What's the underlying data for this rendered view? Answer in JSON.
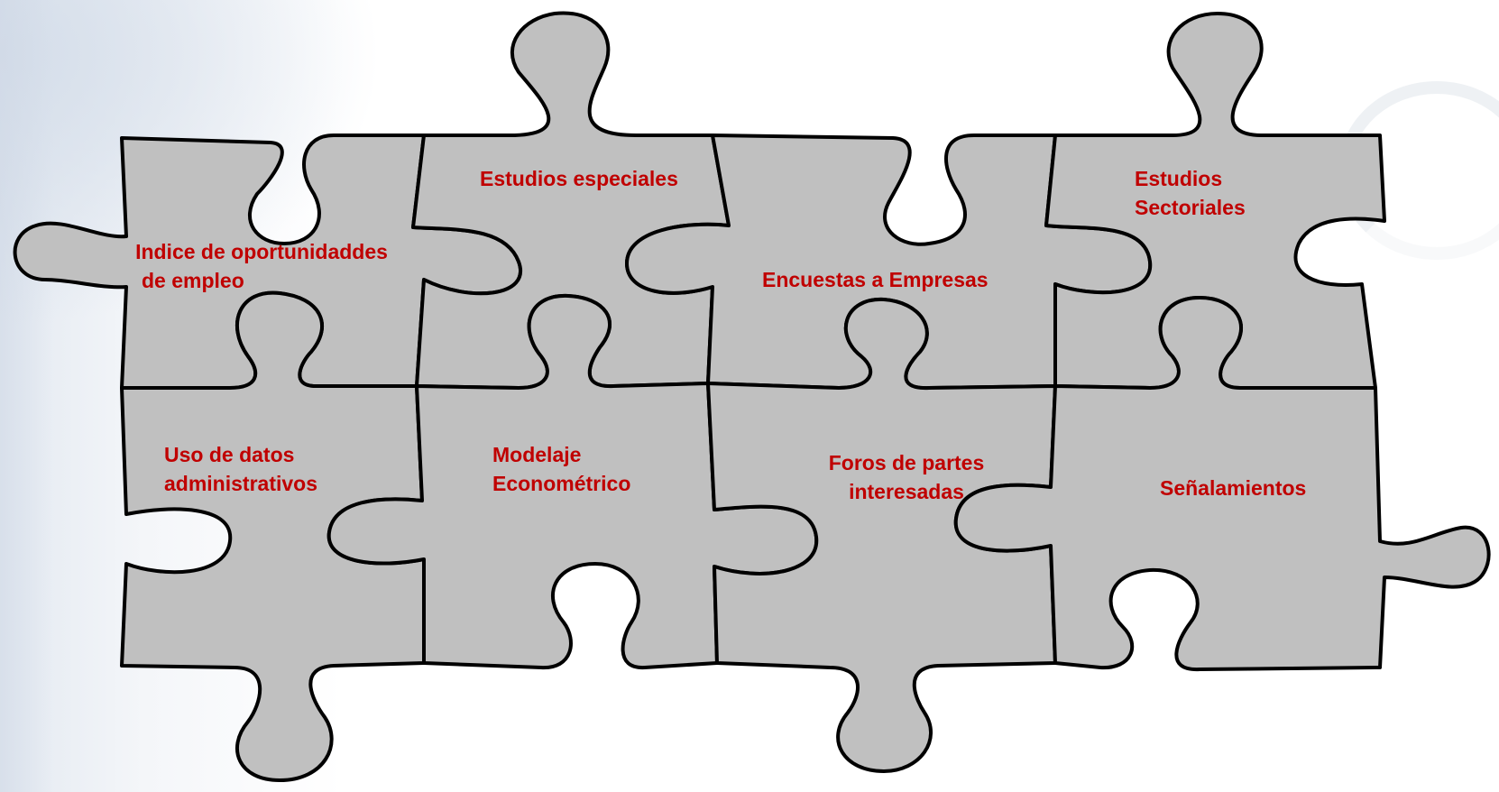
{
  "colors": {
    "piece_fill": "#c0c0c0",
    "piece_stroke": "#000000",
    "label_text": "#c00000"
  },
  "pieces": {
    "indice": {
      "line1": "Indice de oportunidaddes",
      "line2": "de empleo"
    },
    "estudios_especiales": {
      "line1": "Estudios especiales"
    },
    "encuestas": {
      "line1": "Encuestas a Empresas"
    },
    "estudios_sectoriales": {
      "line1": "Estudios",
      "line2": "Sectoriales"
    },
    "uso_datos": {
      "line1": "Uso de datos",
      "line2": "administrativos"
    },
    "modelaje": {
      "line1": "Modelaje",
      "line2": "Econométrico"
    },
    "foros": {
      "line1": "Foros de partes",
      "line2": "interesadas"
    },
    "senalamientos": {
      "line1": "Señalamientos"
    }
  }
}
